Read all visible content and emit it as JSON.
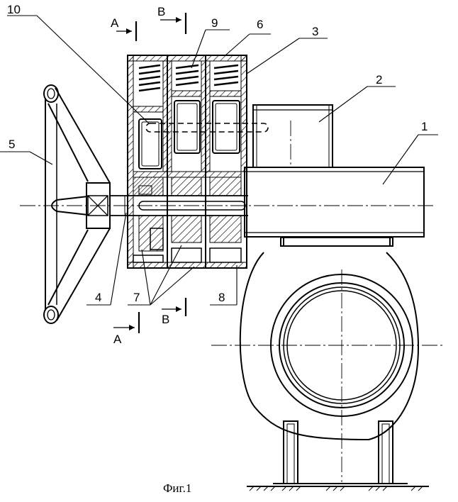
{
  "figure": {
    "caption": "Фиг.1",
    "callouts": {
      "c1": "1",
      "c2": "2",
      "c3": "3",
      "c4": "4",
      "c5": "5",
      "c6": "6",
      "c7": "7",
      "c8": "8",
      "c9": "9",
      "c10": "10"
    },
    "sections": {
      "a_top": "A",
      "b_top": "B",
      "a_bottom": "A",
      "b_bottom": "B"
    }
  },
  "colors": {
    "ink": "#000000",
    "paper": "#ffffff"
  }
}
